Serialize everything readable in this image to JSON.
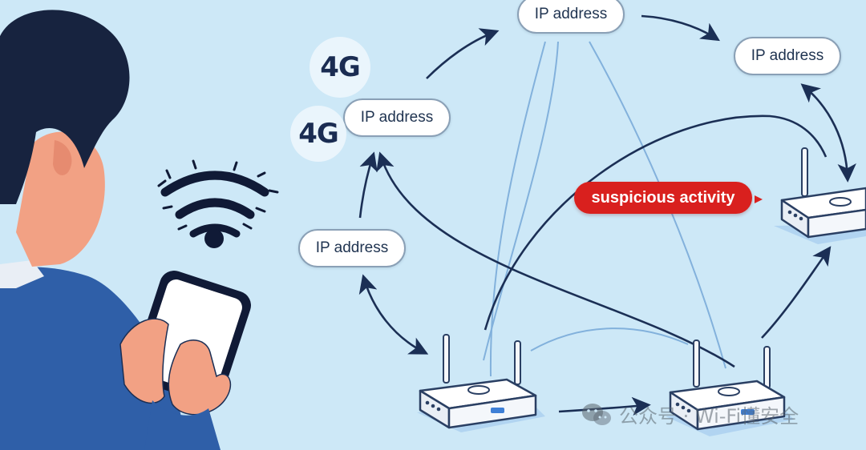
{
  "labels": {
    "ip_top_center": "IP address",
    "ip_top_right": "IP address",
    "ip_mid_left": "IP address",
    "ip_lower_left": "IP address",
    "badge_4g_top": "4G",
    "badge_4g_lower": "4G",
    "alert": "suspicious activity"
  },
  "watermark": {
    "text": "公众号 · Wi-Fi懂安全"
  },
  "icons": {
    "wifi": "wifi-signal-icon",
    "phone": "smartphone-icon",
    "router": "wireless-router-icon",
    "wechat": "wechat-icon"
  },
  "colors": {
    "background": "#cde8f7",
    "arrow": "#1b2f55",
    "faint_line": "#6a9fd3",
    "alert": "#d9201e",
    "person_shirt": "#2f5fa8",
    "person_skin": "#f2a184",
    "person_hair": "#17233f"
  }
}
